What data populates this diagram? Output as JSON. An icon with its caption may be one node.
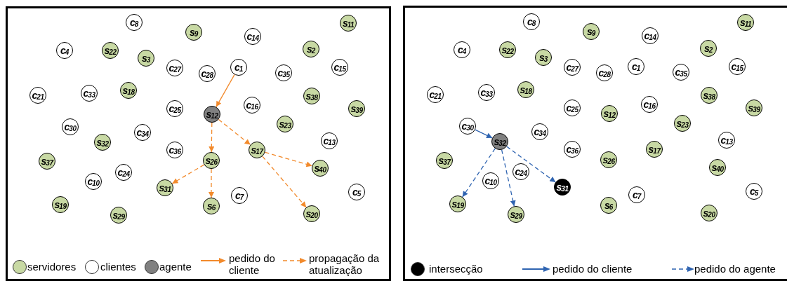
{
  "diagram": {
    "nodes": [
      {
        "text": [],
        "shape": "box"
      },
      {
        "text": [
          "c$_{8}$"
        ],
        "in": 0
      },
      {
        "text": [
          "s$_{9}$"
        ],
        "in": 0
      },
      {
        "text": [
          "c$_{14}$"
        ],
        "in": 0
      },
      {
        "text": [
          "s$_{11}$"
        ],
        "in": 0
      },
      {
        "text": [
          "c$_{4}$"
        ],
        "in": 0
      },
      {
        "text": [
          "s$_{22}$"
        ],
        "in": 0
      },
      {
        "text": [
          "s$_{3}$"
        ],
        "in": 0
      },
      {
        "text": [
          "s$_{2}$"
        ],
        "in": 0
      },
      {
        "text": [
          "c$_{27}$"
        ],
        "in": 0
      },
      {
        "text": [
          "c$_{28}$"
        ],
        "in": 0
      },
      {
        "text": [
          "c$_{1}$"
        ],
        "in": 0
      },
      {
        "text": [
          "c$_{35}$"
        ],
        "in": 0
      },
      {
        "text": [
          "c$_{15}$"
        ],
        "in": 0
      },
      {
        "text": [
          "c$_{21}$"
        ],
        "in": 0
      },
      {
        "text": [
          "c$_{33}$"
        ],
        "in": 0
      },
      {
        "text": [
          "s$_{18}$"
        ],
        "in": 0
      },
      {
        "text": [
          "s$_{38}$"
        ],
        "in": 0
      },
      {
        "text": [
          "c$_{25}$"
        ],
        "in": 0
      },
      {
        "text": [
          "s$_{12}$"
        ],
        "in": 0
      },
      {
        "text": [
          "c$_{16}$"
        ],
        "in": 0
      },
      {
        "text": [
          "s$_{39}$"
        ],
        "in": 0
      },
      {
        "text": [
          "s$_{23}$"
        ],
        "in": 0
      },
      {
        "text": [
          "c$_{30}$"
        ],
        "in": 0
      },
      {
        "text": [
          "c$_{34}$"
        ],
        "in": 0
      },
      {
        "text": [
          "c$_{13}$"
        ],
        "in": 0
      },
      {
        "text": [
          "s$_{32}$"
        ],
        "in": 0
      },
      {
        "text": [
          "c$_{36}$"
        ],
        "in": 0
      },
      {
        "text": [
          "s$_{26}$"
        ],
        "in": 0
      },
      {
        "text": [
          "s$_{17}$"
        ],
        "in": 0
      },
      {
        "text": [
          "s$_{37}$"
        ],
        "in": 0
      },
      {
        "text": [
          "c$_{24}$"
        ],
        "in": 0
      },
      {
        "text": [
          "s$_{40}$"
        ],
        "in": 0
      },
      {
        "text": [
          "c$_{10}$"
        ],
        "in": 0
      },
      {
        "text": [
          "s$_{31}$"
        ],
        "in": 0
      },
      {
        "text": [
          "c$_{7}$"
        ],
        "in": 0
      },
      {
        "text": [
          "c$_{5}$"
        ],
        "in": 0
      },
      {
        "text": [
          "s$_{19}$"
        ],
        "in": 0
      },
      {
        "text": [
          "s$_{29}$"
        ],
        "in": 0
      },
      {
        "text": [
          "s$_{6}$"
        ],
        "in": 0
      },
      {
        "text": [
          "s$_{20}$"
        ],
        "in": 0
      },
      {
        "text": [],
        "shape": "box"
      },
      {
        "text": [
          "c$_{8}$"
        ],
        "in": 41
      },
      {
        "text": [
          "s$_{9}$"
        ],
        "in": 41
      },
      {
        "text": [
          "c$_{14}$"
        ],
        "in": 41
      },
      {
        "text": [
          "s$_{11}$"
        ],
        "in": 41
      },
      {
        "text": [
          "c$_{4}$"
        ],
        "in": 41
      },
      {
        "text": [
          "s$_{22}$"
        ],
        "in": 41
      },
      {
        "text": [
          "s$_{3}$"
        ],
        "in": 41
      },
      {
        "text": [
          "s$_{2}$"
        ],
        "in": 41
      },
      {
        "text": [
          "c$_{27}$"
        ],
        "in": 41
      },
      {
        "text": [
          "c$_{28}$"
        ],
        "in": 41
      },
      {
        "text": [
          "c$_{1}$"
        ],
        "in": 41
      },
      {
        "text": [
          "c$_{35}$"
        ],
        "in": 41
      },
      {
        "text": [
          "c$_{15}$"
        ],
        "in": 41
      },
      {
        "text": [
          "c$_{21}$"
        ],
        "in": 41
      },
      {
        "text": [
          "c$_{33}$"
        ],
        "in": 41
      },
      {
        "text": [
          "s$_{18}$"
        ],
        "in": 41
      },
      {
        "text": [
          "s$_{38}$"
        ],
        "in": 41
      },
      {
        "text": [
          "c$_{25}$"
        ],
        "in": 41
      },
      {
        "text": [
          "s$_{12}$"
        ],
        "in": 41
      },
      {
        "text": [
          "c$_{16}$"
        ],
        "in": 41
      },
      {
        "text": [
          "s$_{39}$"
        ],
        "in": 41
      },
      {
        "text": [
          "s$_{23}$"
        ],
        "in": 41
      },
      {
        "text": [
          "c$_{30}$"
        ],
        "in": 41
      },
      {
        "text": [
          "c$_{34}$"
        ],
        "in": 41
      },
      {
        "text": [
          "c$_{13}$"
        ],
        "in": 41
      },
      {
        "text": [
          "s$_{32}$"
        ],
        "in": 41
      },
      {
        "text": [
          "c$_{36}$"
        ],
        "in": 41
      },
      {
        "text": [
          "s$_{26}$"
        ],
        "in": 41
      },
      {
        "text": [
          "s$_{17}$"
        ],
        "in": 41
      },
      {
        "text": [
          "s$_{37}$"
        ],
        "in": 41
      },
      {
        "text": [
          "c$_{24}$"
        ],
        "in": 41
      },
      {
        "text": [
          "s$_{40}$"
        ],
        "in": 41
      },
      {
        "text": [
          "c$_{10}$"
        ],
        "in": 41
      },
      {
        "text": [
          "s$_{31}$"
        ],
        "in": 41
      },
      {
        "text": [
          "c$_{7}$"
        ],
        "in": 41
      },
      {
        "text": [
          "c$_{5}$"
        ],
        "in": 41
      },
      {
        "text": [
          "s$_{19}$"
        ],
        "in": 41
      },
      {
        "text": [
          "s$_{29}$"
        ],
        "in": 41
      },
      {
        "text": [
          "s$_{6}$"
        ],
        "in": 41
      },
      {
        "text": [
          "s$_{20}$"
        ],
        "in": 41
      }
    ],
    "edges": [
      {
        "from": 11,
        "to": 19,
        "arrow": "to"
      },
      {
        "from": 19,
        "to": 28,
        "arrow": "to",
        "style": "dashed"
      },
      {
        "from": 19,
        "to": 29,
        "arrow": "to",
        "style": "dashed"
      },
      {
        "from": 28,
        "to": 34,
        "arrow": "to",
        "style": "dashed"
      },
      {
        "from": 28,
        "to": 39,
        "arrow": "to",
        "style": "dashed"
      },
      {
        "from": 29,
        "to": 32,
        "arrow": "to",
        "style": "dashed"
      },
      {
        "from": 29,
        "to": 40,
        "arrow": "to",
        "style": "dashed"
      },
      {
        "from": 64,
        "to": 67,
        "arrow": "to",
        "color": "#2f64b1"
      },
      {
        "from": 67,
        "to": 78,
        "arrow": "to",
        "style": "dashed",
        "color": "#2f64b1"
      },
      {
        "from": 67,
        "to": 79,
        "arrow": "to",
        "style": "dashed",
        "color": "#2f64b1"
      },
      {
        "from": 67,
        "to": 75,
        "arrow": "to",
        "style": "dashed",
        "color": "#2f64b1"
      }
    ],
    "legend": [
      {
        "text": "servidores",
        "color": "#c8d9a4"
      },
      {
        "text": "clientes",
        "color": "#ffffff"
      },
      {
        "text": "agente",
        "color": "#808080"
      },
      {
        "text": "pedido do cliente"
      },
      {
        "text": "propagação da atualização"
      },
      {
        "text": "intersecção",
        "color": "#000000"
      },
      {
        "text": "pedido do cliente"
      },
      {
        "text": "pedido do agente"
      }
    ]
  }
}
